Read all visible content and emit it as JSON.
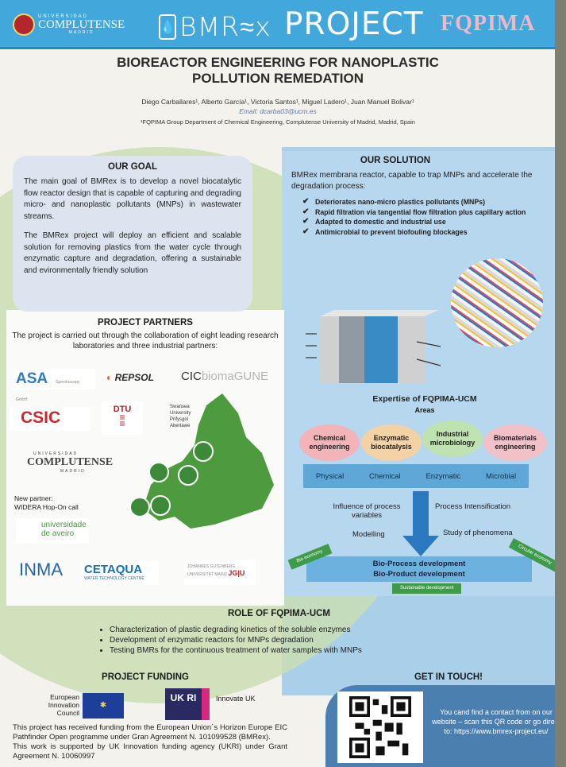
{
  "header": {
    "ucm_small": "UNIVERSIDAD",
    "ucm_big": "COMPLUTENSE",
    "ucm_city": "MADRID",
    "bmr": "BMR≈x",
    "project": "PROJECT",
    "fqpima": "FQPIMA"
  },
  "title": {
    "line1": "BIOREACTOR ENGINEERING FOR NANOPLASTIC",
    "line2": "POLLUTION REMEDATION",
    "authors": "Diego Carballares¹, Alberto García¹, Victoria Santos¹, Miguel Ladero¹, Juan Manuel Bolivar¹",
    "email": "Email: dcarba03@ucm.es",
    "affiliation": "¹FQPIMA Group Department of Chemical Engineering, Complutense University of Madrid, Madrid, Spain"
  },
  "goal": {
    "heading": "OUR GOAL",
    "p1": "The main goal of BMRex is to develop a novel biocatalytic flow reactor design that is capable of capturing and degrading micro- and nanoplastic pollutants (MNPs) in wastewater streams.",
    "p2": "The BMRex project will deploy an efficient and scalable solution for removing plastics from the water cycle through enzymatic capture and degradation, offering a sustainable and evironmentally friendly solution"
  },
  "solution": {
    "heading": "OUR SOLUTION",
    "intro": "BMRex membrana reactor, capable to trap MNPs and accelerate the degradation process:",
    "items": [
      "Deteriorates nano-micro plastics pollutants (MNPs)",
      "Rapid filtration via tangential flow filtration plus capillary action",
      "Adapted to domestic and industrial  use",
      "Antimicrobial to prevent biofouling blockages"
    ]
  },
  "partners": {
    "heading": "PROJECT PARTNERS",
    "intro": "The project is carried out through the collaboration of eight leading research laboratories and three industrial partners:",
    "asa": "ASA",
    "asa_sub": "Spectroscopy GmbH",
    "repsol": "REPSOL",
    "cic": "CIC",
    "cic2": "biomaGUNE",
    "csic": "CSIC",
    "dtu": "DTU",
    "swansea": "Swansea University Prifysgol Abertawe",
    "ucm2_small": "UNIVERSIDAD",
    "ucm2_big": "COMPLUTENSE",
    "ucm2_city": "MADRID",
    "new_partner": "New partner:",
    "widera": "WIDERA Hop-On call",
    "aveiro": "universidade de aveiro",
    "inma": "INMA",
    "cetaqua": "CETAQUA",
    "cetaqua_sub": "WATER TECHNOLOGY CENTRE",
    "gutenberg": "JOHANNES GUTENBERG UNIVERSITÄT MAINZ",
    "jgu": "JG|U"
  },
  "expertise": {
    "title": "Expertise of FQPIMA-UCM",
    "areas": "Areas",
    "bubbles": [
      "Chemical engineering",
      "Enzymatic biocatalysis",
      "Industrial microbiology",
      "Biomaterials engineering"
    ],
    "band": [
      "Physical",
      "Chemical",
      "Enzymatic",
      "Microbial"
    ],
    "left1": "Influence of process variables",
    "right1": "Process Intensification",
    "left2": "Modelling",
    "right2": "Study of phenomena",
    "out1": "Bio-Process development",
    "out2": "Bio-Product development",
    "ribbon1": "Bio economy",
    "ribbon2": "Sustainable development",
    "ribbon3": "Circular economy"
  },
  "role": {
    "heading": "ROLE OF FQPIMA-UCM",
    "items": [
      "Characterization of plastic degrading kinetics of the soluble enzymes",
      "Development of enzymatic reactors for MNPs degradation",
      "Testing BMRs for the continuous treatment of water samples with MNPs"
    ]
  },
  "funding": {
    "heading": "PROJECT FUNDING",
    "eic": "European Innovation Council",
    "ukri": "UK RI",
    "innovate": "Innovate UK",
    "text1": "This project has received funding from the European Union´s Horizon Europe EIC Pathfinder Open programme under Gran Agreement N. 101099528 (BMRex).",
    "text2": "This work is supported by UK Innovation funding agency (UKRI) under Grant Agreement N. 10060997"
  },
  "contact": {
    "heading": "GET IN TOUCH!",
    "text": "You cand find a contact from on our website – scan this QR code or go direct to: https://www.bmrex-project.eu/"
  },
  "colors": {
    "header_blue": "#42a7db",
    "green_circle": "#c9deb4",
    "right_blue": "#a9cfe9",
    "bubble_chem": "#f2b4b8",
    "bubble_enz": "#f3d2a5",
    "bubble_ind": "#bfe3b0",
    "bubble_bio": "#f2c1c7"
  }
}
